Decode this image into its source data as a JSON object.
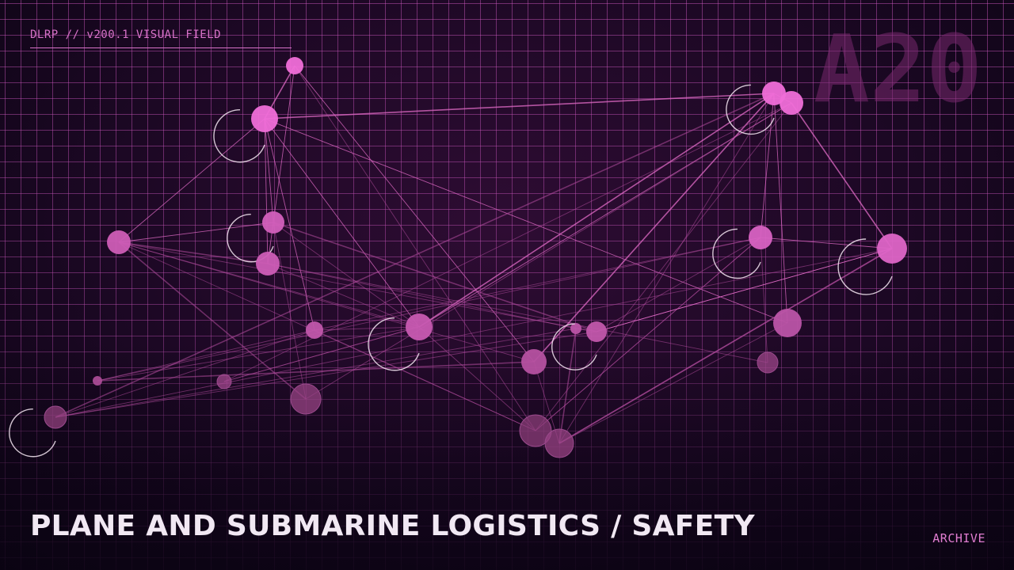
{
  "header": {
    "label": "DLRP // v200.1 VISUAL FIELD"
  },
  "watermark": {
    "code": "A20"
  },
  "title": "PLANE AND SUBMARINE LOGISTICS / SAFETY",
  "footer": {
    "tag": "ARCHIVE"
  },
  "colors": {
    "background": "#1c0824",
    "grid": "#d65cc8",
    "accent": "#f06fd8",
    "title_text": "#f1e8f3"
  }
}
